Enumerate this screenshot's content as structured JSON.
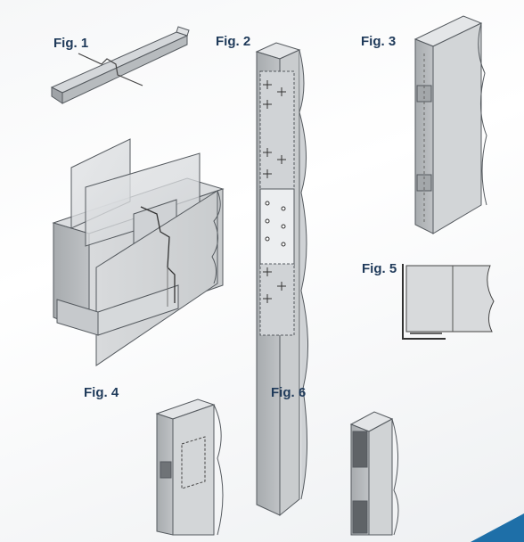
{
  "figures": {
    "fig1": "Fig. 1",
    "fig2": "Fig. 2",
    "fig3": "Fig. 3",
    "fig4": "Fig. 4",
    "fig5": "Fig. 5",
    "fig6": "Fig. 6"
  },
  "colors": {
    "label": "#1f3a5a",
    "metal_light": "#dfe1e3",
    "metal_mid": "#c4c7ca",
    "metal_dark": "#9fa3a7",
    "outline": "#555a5f",
    "accent": "#1e6fa8"
  }
}
